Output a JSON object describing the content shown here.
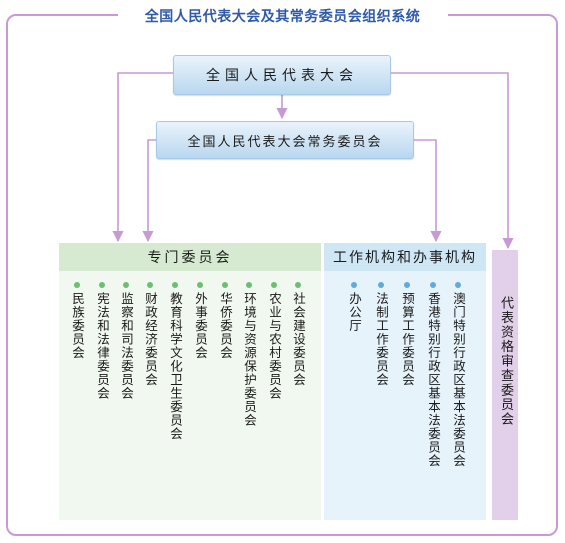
{
  "title": "全国人民代表大会及其常务委员会组织系统",
  "top_boxes": {
    "npc": "全国人民代表大会",
    "npc_standing_committee": "全国人民代表大会常务委员会"
  },
  "special_committees": {
    "header": "专门委员会",
    "items": [
      "民族委员会",
      "宪法和法律委员会",
      "监察和司法委员会",
      "财政经济委员会",
      "教育科学文化卫生委员会",
      "外事委员会",
      "华侨委员会",
      "环境与资源保护委员会",
      "农业与农村委员会",
      "社会建设委员会"
    ]
  },
  "working_bodies": {
    "header": "工作机构和办事机构",
    "items": [
      "办公厅",
      "法制工作委员会",
      "预算工作委员会",
      "香港特别行政区基本法委员会",
      "澳门特别行政区基本法委员会"
    ]
  },
  "qualification_committee": "代表资格审查委员会",
  "colors": {
    "title": "#2f5aa8",
    "frame": "#c79ad6",
    "connector": "#c79ad6",
    "special_header": "#d5ead0",
    "special_panel": "#f1f8ef",
    "work_header": "#cfe6f5",
    "work_panel": "#e7f3fb",
    "qual_box": "#e2cfe9",
    "top_box": "#b9d7ef"
  }
}
